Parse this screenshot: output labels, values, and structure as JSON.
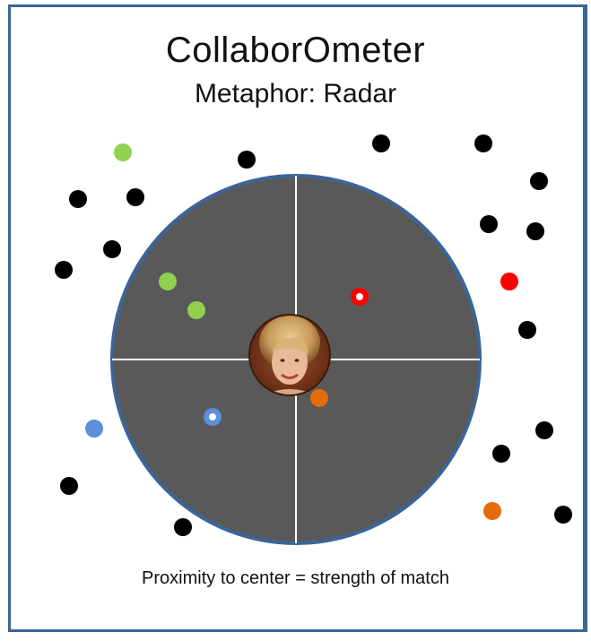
{
  "header": {
    "title": "CollaborOmeter",
    "subtitle": "Metaphor: Radar"
  },
  "caption": "Proximity to center = strength of match",
  "colors": {
    "frame": "#3b6598",
    "radar_fill": "#595959",
    "radar_border": "#3b6598",
    "crosshair": "#ffffff",
    "black": "#000000",
    "green": "#92d050",
    "blue": "#5b8fd8",
    "red": "#ff0000",
    "orange": "#e46c0a"
  },
  "radar": {
    "center_item": "center-user-avatar-icon"
  }
}
